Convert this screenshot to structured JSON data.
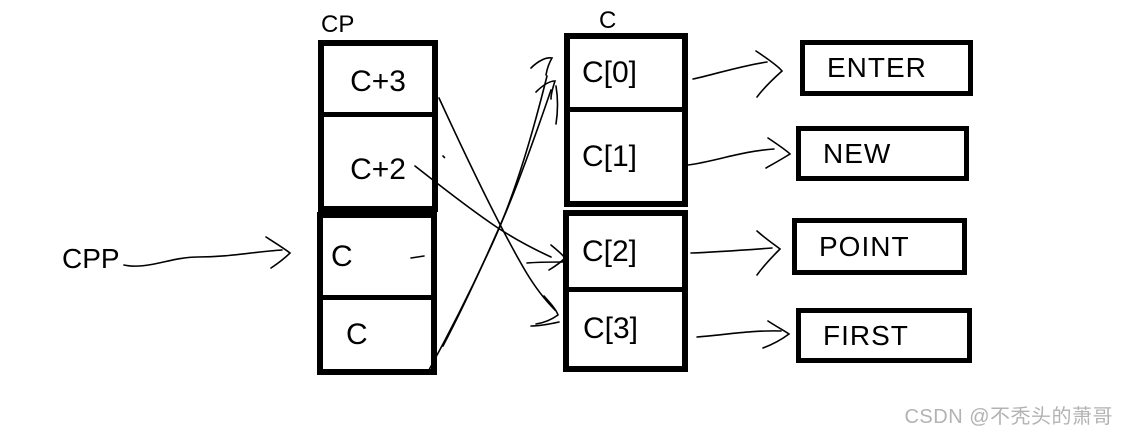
{
  "diagram": {
    "cpp_label": "CPP",
    "cp": {
      "label": "CP",
      "cells": [
        "C+3",
        "C+2",
        "C",
        "C"
      ]
    },
    "c": {
      "label": "C",
      "cells": [
        "C[0]",
        "C[1]",
        "C[2]",
        "C[3]"
      ]
    },
    "strings": [
      "ENTER",
      "NEW",
      "POINT",
      "FIRST"
    ],
    "arrows": [
      {
        "from": "CPP",
        "to": "CP"
      },
      {
        "from": "C+3",
        "to": "C[3]"
      },
      {
        "from": "C+2",
        "to": "C[2]"
      },
      {
        "from": "C",
        "to": "C[0]"
      },
      {
        "from": "C",
        "to": "C[0]"
      },
      {
        "from": "C[0]",
        "to": "ENTER"
      },
      {
        "from": "C[1]",
        "to": "NEW"
      },
      {
        "from": "C[2]",
        "to": "POINT"
      },
      {
        "from": "C[3]",
        "to": "FIRST"
      }
    ],
    "colors": {
      "stroke": "#000000",
      "background": "#ffffff",
      "watermark": "#b3b3b3"
    }
  },
  "watermark": {
    "text": "CSDN @不秃头的萧哥"
  }
}
